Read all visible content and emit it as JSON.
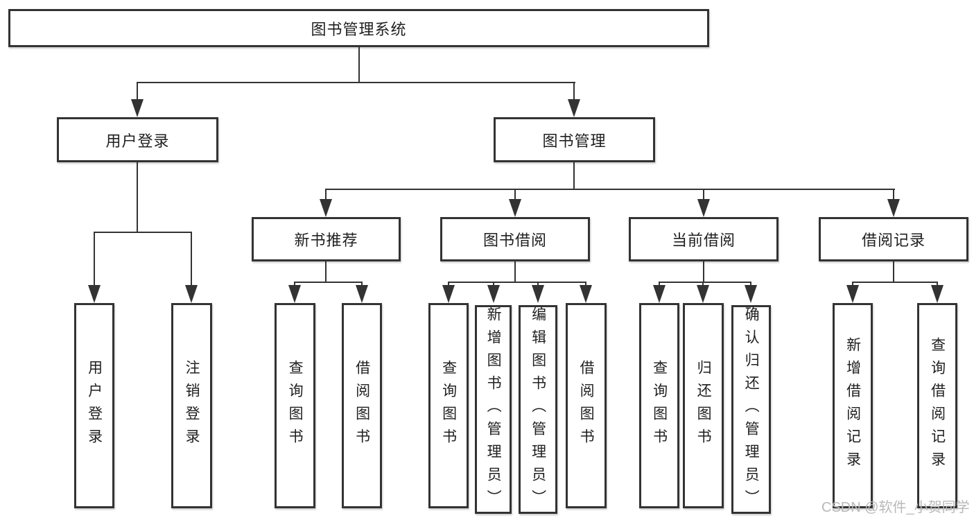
{
  "diagram": {
    "title_node": "图书管理系统",
    "level2": {
      "user_login": {
        "label": "用户登录"
      },
      "book_mgmt": {
        "label": "图书管理"
      }
    },
    "level3": {
      "new_book_rec": {
        "label": "新书推荐"
      },
      "book_borrow": {
        "label": "图书借阅"
      },
      "current_borrow": {
        "label": "当前借阅"
      },
      "borrow_records": {
        "label": "借阅记录"
      }
    },
    "leaves": {
      "user_login": {
        "label": "用户登录"
      },
      "logout": {
        "label": "注销登录"
      },
      "nbr_query_book": {
        "label": "查询图书"
      },
      "nbr_borrow_book": {
        "label": "借阅图书"
      },
      "bb_query_book": {
        "label": "查询图书"
      },
      "bb_add_book": {
        "label": "新增图书（管理员）"
      },
      "bb_edit_book": {
        "label": "编辑图书（管理员）"
      },
      "bb_borrow_book": {
        "label": "借阅图书"
      },
      "cb_query_book": {
        "label": "查询图书"
      },
      "cb_return_book": {
        "label": "归还图书"
      },
      "cb_confirm_return": {
        "label": "确认归还（管理员）"
      },
      "br_add_record": {
        "label": "新增借阅记录"
      },
      "br_query_record": {
        "label": "查询借阅记录"
      }
    },
    "colors": {
      "line": "#333333",
      "text": "#1f1f1f",
      "watermark": "#b9b9b9"
    }
  },
  "watermark": "CSDN @软件_小贺同学"
}
